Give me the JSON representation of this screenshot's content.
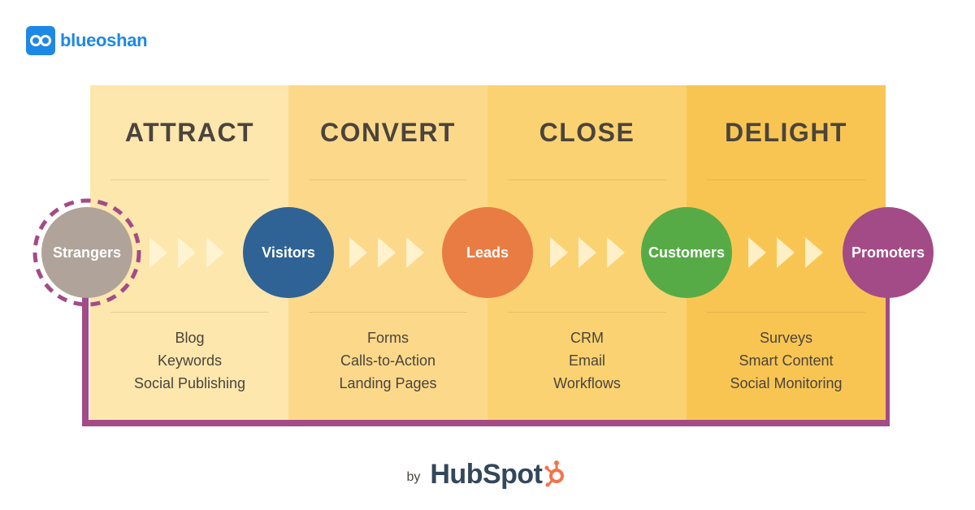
{
  "brand": {
    "name": "blueoshan",
    "icon": "infinity-logo-icon",
    "color": "#1e88e5"
  },
  "stages": [
    {
      "title": "ATTRACT",
      "tools": [
        "Blog",
        "Keywords",
        "Social Publishing"
      ],
      "bg": "#fde7ad"
    },
    {
      "title": "CONVERT",
      "tools": [
        "Forms",
        "Calls-to-Action",
        "Landing Pages"
      ],
      "bg": "#fcd98a"
    },
    {
      "title": "CLOSE",
      "tools": [
        "CRM",
        "Email",
        "Workflows"
      ],
      "bg": "#fbd271"
    },
    {
      "title": "DELIGHT",
      "tools": [
        "Surveys",
        "Smart Content",
        "Social Monitoring"
      ],
      "bg": "#f9c552"
    }
  ],
  "nodes": [
    {
      "label": "Strangers",
      "color": "#b0a399"
    },
    {
      "label": "Visitors",
      "color": "#2f6395"
    },
    {
      "label": "Leads",
      "color": "#e97c43"
    },
    {
      "label": "Customers",
      "color": "#57ab46"
    },
    {
      "label": "Promoters",
      "color": "#a34b87"
    }
  ],
  "loop_color": "#a34b87",
  "chevron_icon": "chevron-right-icon",
  "byline": {
    "prefix": "by",
    "company": "HubSpot",
    "icon": "sprocket-icon",
    "accent": "#f2744b"
  }
}
